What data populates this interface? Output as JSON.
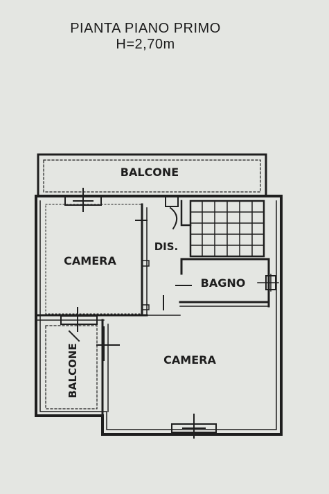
{
  "title": {
    "line1": "PIANTA PIANO PRIMO",
    "line2": "H=2,70m"
  },
  "rooms": {
    "balcone_top": "BALCONE",
    "camera_left": "CAMERA",
    "disimpegno": "DIS.",
    "bagno": "BAGNO",
    "balcone_left": "BALCONE",
    "camera_bottom": "CAMERA"
  },
  "colors": {
    "paper": "#e4e6e2",
    "ink": "#1e1e1e"
  }
}
